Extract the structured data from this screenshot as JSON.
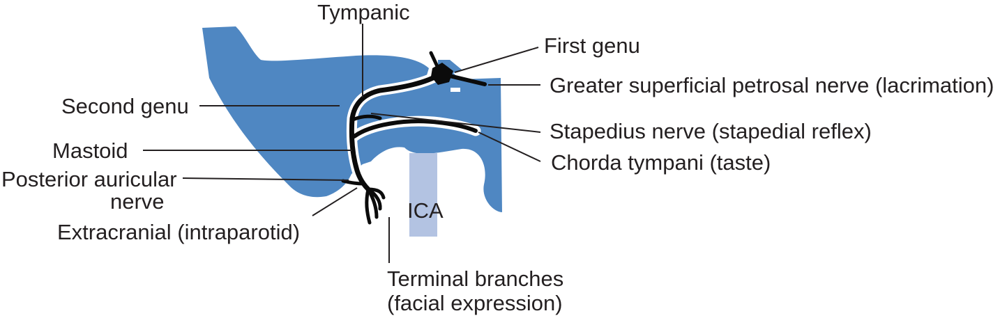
{
  "colors": {
    "bone": "#4f87c2",
    "artery": "#b3c3e2",
    "nerve": "#0b0b0b",
    "text": "#231f20"
  },
  "labels": {
    "tympanic": "Tympanic",
    "first_genu": "First genu",
    "greater_superficial_petrosal": "Greater superficial petrosal nerve (lacrimation)",
    "second_genu": "Second genu",
    "stapedius": "Stapedius nerve (stapedial reflex)",
    "mastoid": "Mastoid",
    "chorda_tympani": "Chorda tympani (taste)",
    "posterior_auricular_line1": "Posterior auricular",
    "posterior_auricular_line2": "nerve",
    "ica": "ICA",
    "extracranial": "Extracranial (intraparotid)",
    "terminal_line1": "Terminal branches",
    "terminal_line2": "(facial expression)"
  }
}
